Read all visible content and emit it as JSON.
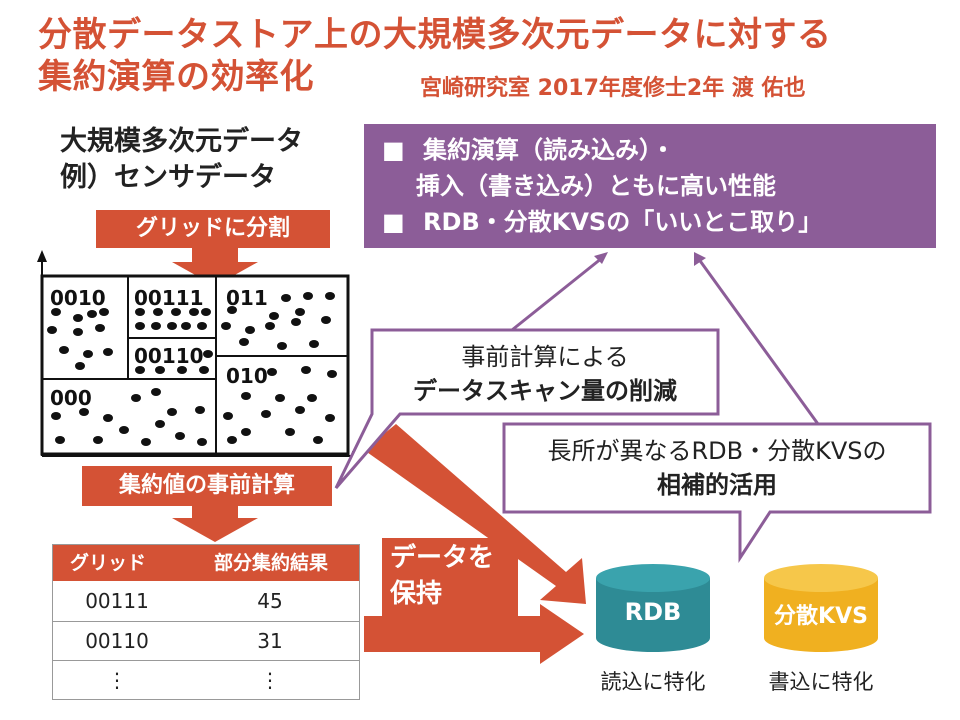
{
  "colors": {
    "accent": "#d45235",
    "purple": "#8c5d98",
    "rdb": "#2e8b95",
    "kvs": "#f0b020"
  },
  "title": {
    "line1": "分散データストア上の大規模多次元データに対する",
    "line2": "集約演算の効率化",
    "author": "宮崎研究室 2017年度修士2年 渡 佑也"
  },
  "example": {
    "line1": "大規模多次元データ",
    "line2": "例）センサデータ"
  },
  "steps": {
    "split": "グリッドに分割",
    "precompute": "集約値の事前計算",
    "store_line1": "データを",
    "store_line2": "保持"
  },
  "grid_labels": [
    "0010",
    "00111",
    "011",
    "00110",
    "010",
    "000"
  ],
  "benefits": [
    {
      "bullet": "■",
      "line1": "集約演算（読み込み）・",
      "line2": "挿入（書き込み）ともに高い性能"
    },
    {
      "bullet": "■",
      "line1": "RDB・分散KVSの「いいとこ取り」"
    }
  ],
  "callout1": {
    "line1": "事前計算による",
    "line2": "データスキャン量の削減"
  },
  "callout2": {
    "line1": "長所が異なるRDB・分散KVSの",
    "line2": "相補的活用"
  },
  "table": {
    "headers": [
      "グリッド",
      "部分集約結果"
    ],
    "rows": [
      [
        "00111",
        "45"
      ],
      [
        "00110",
        "31"
      ],
      [
        "⋮",
        "⋮"
      ]
    ]
  },
  "stores": [
    {
      "name": "RDB",
      "caption": "読込に特化"
    },
    {
      "name": "分散KVS",
      "caption": "書込に特化"
    }
  ]
}
